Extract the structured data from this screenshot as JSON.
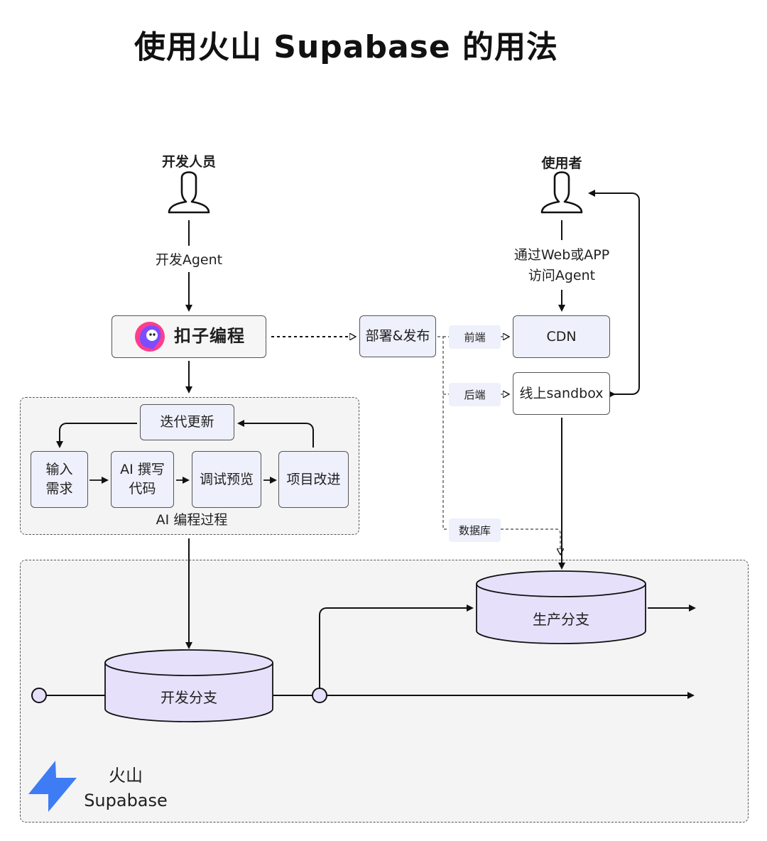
{
  "title": "使用火山 Supabase 的用法",
  "actors": {
    "developer": "开发人员",
    "user": "使用者"
  },
  "edges": {
    "dev_agent": "开发Agent",
    "user_access_line1": "通过Web或APP",
    "user_access_line2": "访问Agent"
  },
  "coze": {
    "name": "扣子编程"
  },
  "deploy": "部署&发布",
  "tags": {
    "frontend": "前端",
    "backend": "后端",
    "database": "数据库"
  },
  "cdn": "CDN",
  "sandbox": "线上sandbox",
  "ai_process": {
    "label": "AI 编程过程",
    "iterate": "迭代更新",
    "steps": [
      {
        "line1": "输入",
        "line2": "需求"
      },
      {
        "line1": "AI 撰写",
        "line2": "代码"
      },
      {
        "line1": "调试预览",
        "line2": ""
      },
      {
        "line1": "项目改进",
        "line2": ""
      }
    ]
  },
  "branches": {
    "dev": "开发分支",
    "prod": "生产分支"
  },
  "brand": {
    "line1": "火山",
    "line2": "Supabase"
  },
  "colors": {
    "cylinder_fill": "#e6e0fa",
    "box_fill": "#eef0fb",
    "brand_blue": "#3d7cf5",
    "coze_pink": "#ff3d8b",
    "coze_purple": "#7b4dff"
  }
}
